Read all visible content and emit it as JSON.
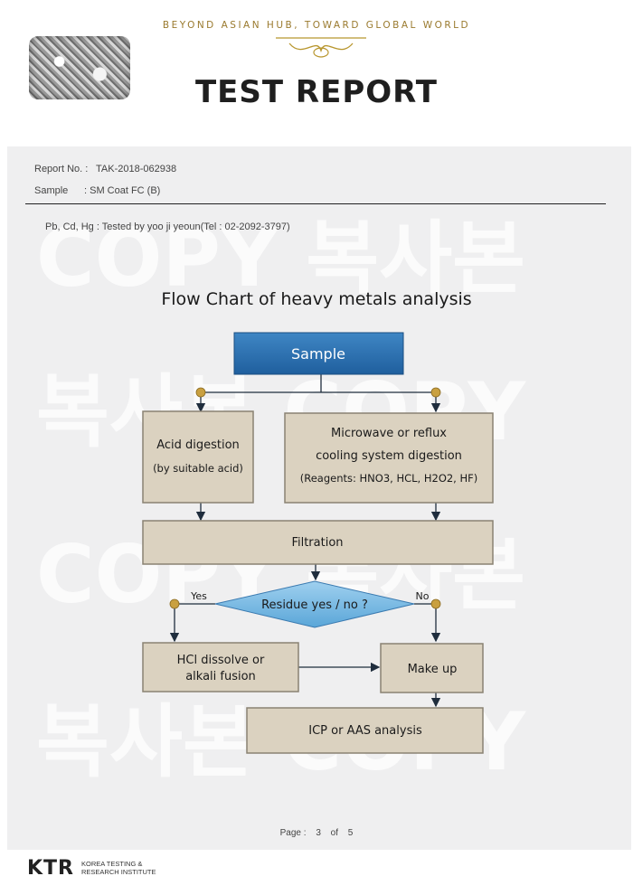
{
  "header": {
    "tagline": "BEYOND ASIAN HUB, TOWARD GLOBAL WORLD",
    "title": "TEST REPORT"
  },
  "report": {
    "report_no_label": "Report No. :",
    "report_no": "TAK-2018-062938",
    "sample_label": "Sample",
    "sample_value": ": SM Coat FC (B)",
    "tested_by": "Pb, Cd, Hg : Tested by yoo ji yeoun(Tel : 02-2092-3797)"
  },
  "watermarks": [
    "COPY 복사본",
    "복사본 COPY",
    "COPY 복사본",
    "복사본 COPY"
  ],
  "flowchart": {
    "title": "Flow Chart of heavy metals analysis",
    "sample": "Sample",
    "acid_line1": "Acid digestion",
    "acid_line2": "(by suitable acid)",
    "micro_line1": "Microwave or reflux",
    "micro_line2": "cooling system digestion",
    "micro_line3": "(Reagents: HNO3, HCL, H2O2, HF)",
    "filtration": "Filtration",
    "residue": "Residue yes / no ?",
    "yes": "Yes",
    "no": "No",
    "hcl_line1": "HCl dissolve or",
    "hcl_line2": "alkali fusion",
    "makeup": "Make up",
    "icp": "ICP or AAS analysis"
  },
  "footer": {
    "page_label": "Page :",
    "page_current": "3",
    "page_of": "of",
    "page_total": "5",
    "logo": "KTR",
    "org_line1": "KOREA TESTING &",
    "org_line2": "RESEARCH INSTITUTE"
  }
}
